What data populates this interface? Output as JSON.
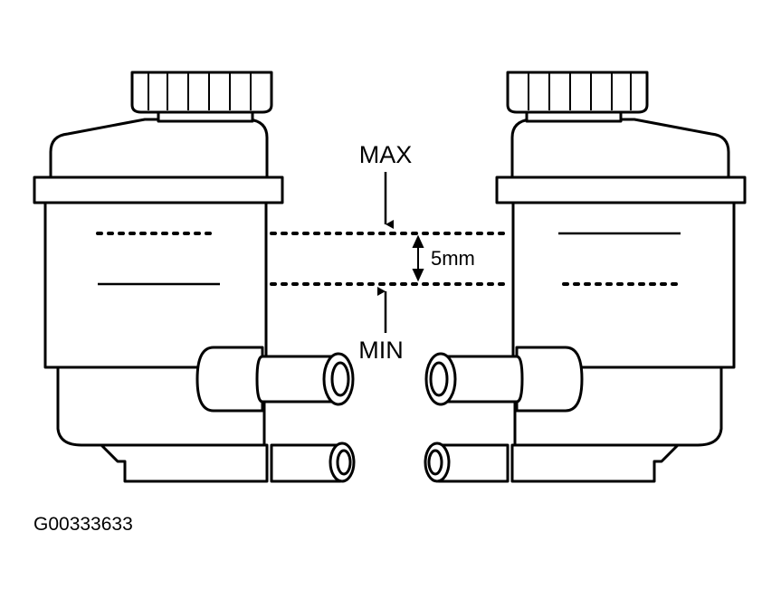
{
  "labels": {
    "max": "MAX",
    "min": "MIN",
    "gap": "5mm",
    "figure_code": "G00333633"
  },
  "colors": {
    "ink": "#000000",
    "paper": "#ffffff"
  }
}
